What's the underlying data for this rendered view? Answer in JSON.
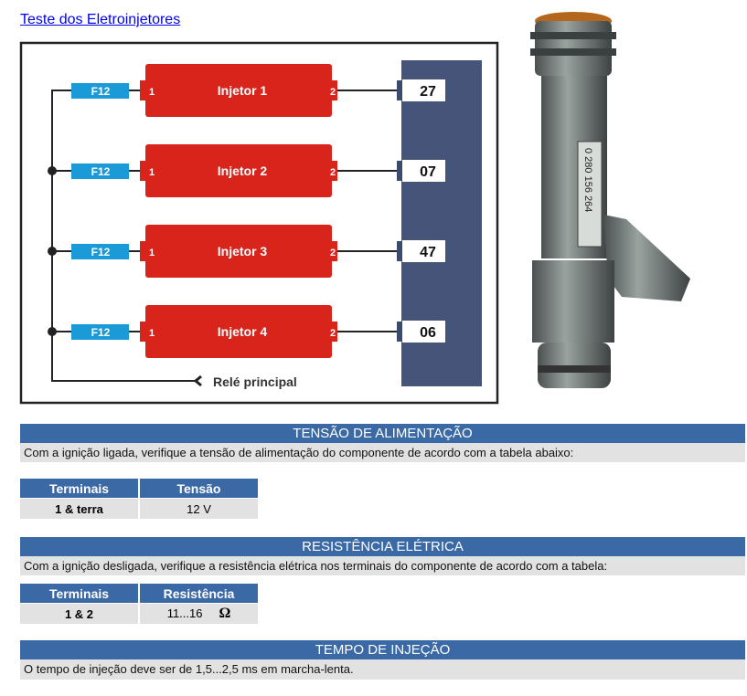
{
  "title_link": "Teste dos Eletroinjetores",
  "diagram": {
    "injectors": [
      {
        "fuse": "F12",
        "label": "Injetor 1",
        "pin_in": "1",
        "pin_out": "2",
        "ecu_pin": "27"
      },
      {
        "fuse": "F12",
        "label": "Injetor 2",
        "pin_in": "1",
        "pin_out": "2",
        "ecu_pin": "07"
      },
      {
        "fuse": "F12",
        "label": "Injetor 3",
        "pin_in": "1",
        "pin_out": "2",
        "ecu_pin": "47"
      },
      {
        "fuse": "F12",
        "label": "Injetor 4",
        "pin_in": "1",
        "pin_out": "2",
        "ecu_pin": "06"
      }
    ],
    "relay_label": "Relé principal",
    "colors": {
      "injector": "#d9241c",
      "fuse": "#1a9ad6",
      "ecu": "#465479"
    }
  },
  "photo": {
    "part_number": "0 280 156 264"
  },
  "sections": {
    "tensao": {
      "title": "TENSÃO DE ALIMENTAÇÃO",
      "desc": "Com a ignição ligada, verifique a tensão de alimentação do componente de acordo com a tabela abaixo:",
      "headers": [
        "Terminais",
        "Tensão"
      ],
      "row": [
        "1 & terra",
        "12 V"
      ]
    },
    "resistencia": {
      "title": "RESISTÊNCIA ELÉTRICA",
      "desc": "Com a ignição desligada, verifique a resistência elétrica nos terminais do componente de acordo com a tabela:",
      "headers": [
        "Terminais",
        "Resistência"
      ],
      "row": [
        "1 & 2",
        "11...16"
      ],
      "unit": "Ω"
    },
    "tempo": {
      "title": "TEMPO DE INJEÇÃO",
      "desc": "O tempo de injeção deve ser de 1,5...2,5 ms em marcha-lenta."
    }
  }
}
